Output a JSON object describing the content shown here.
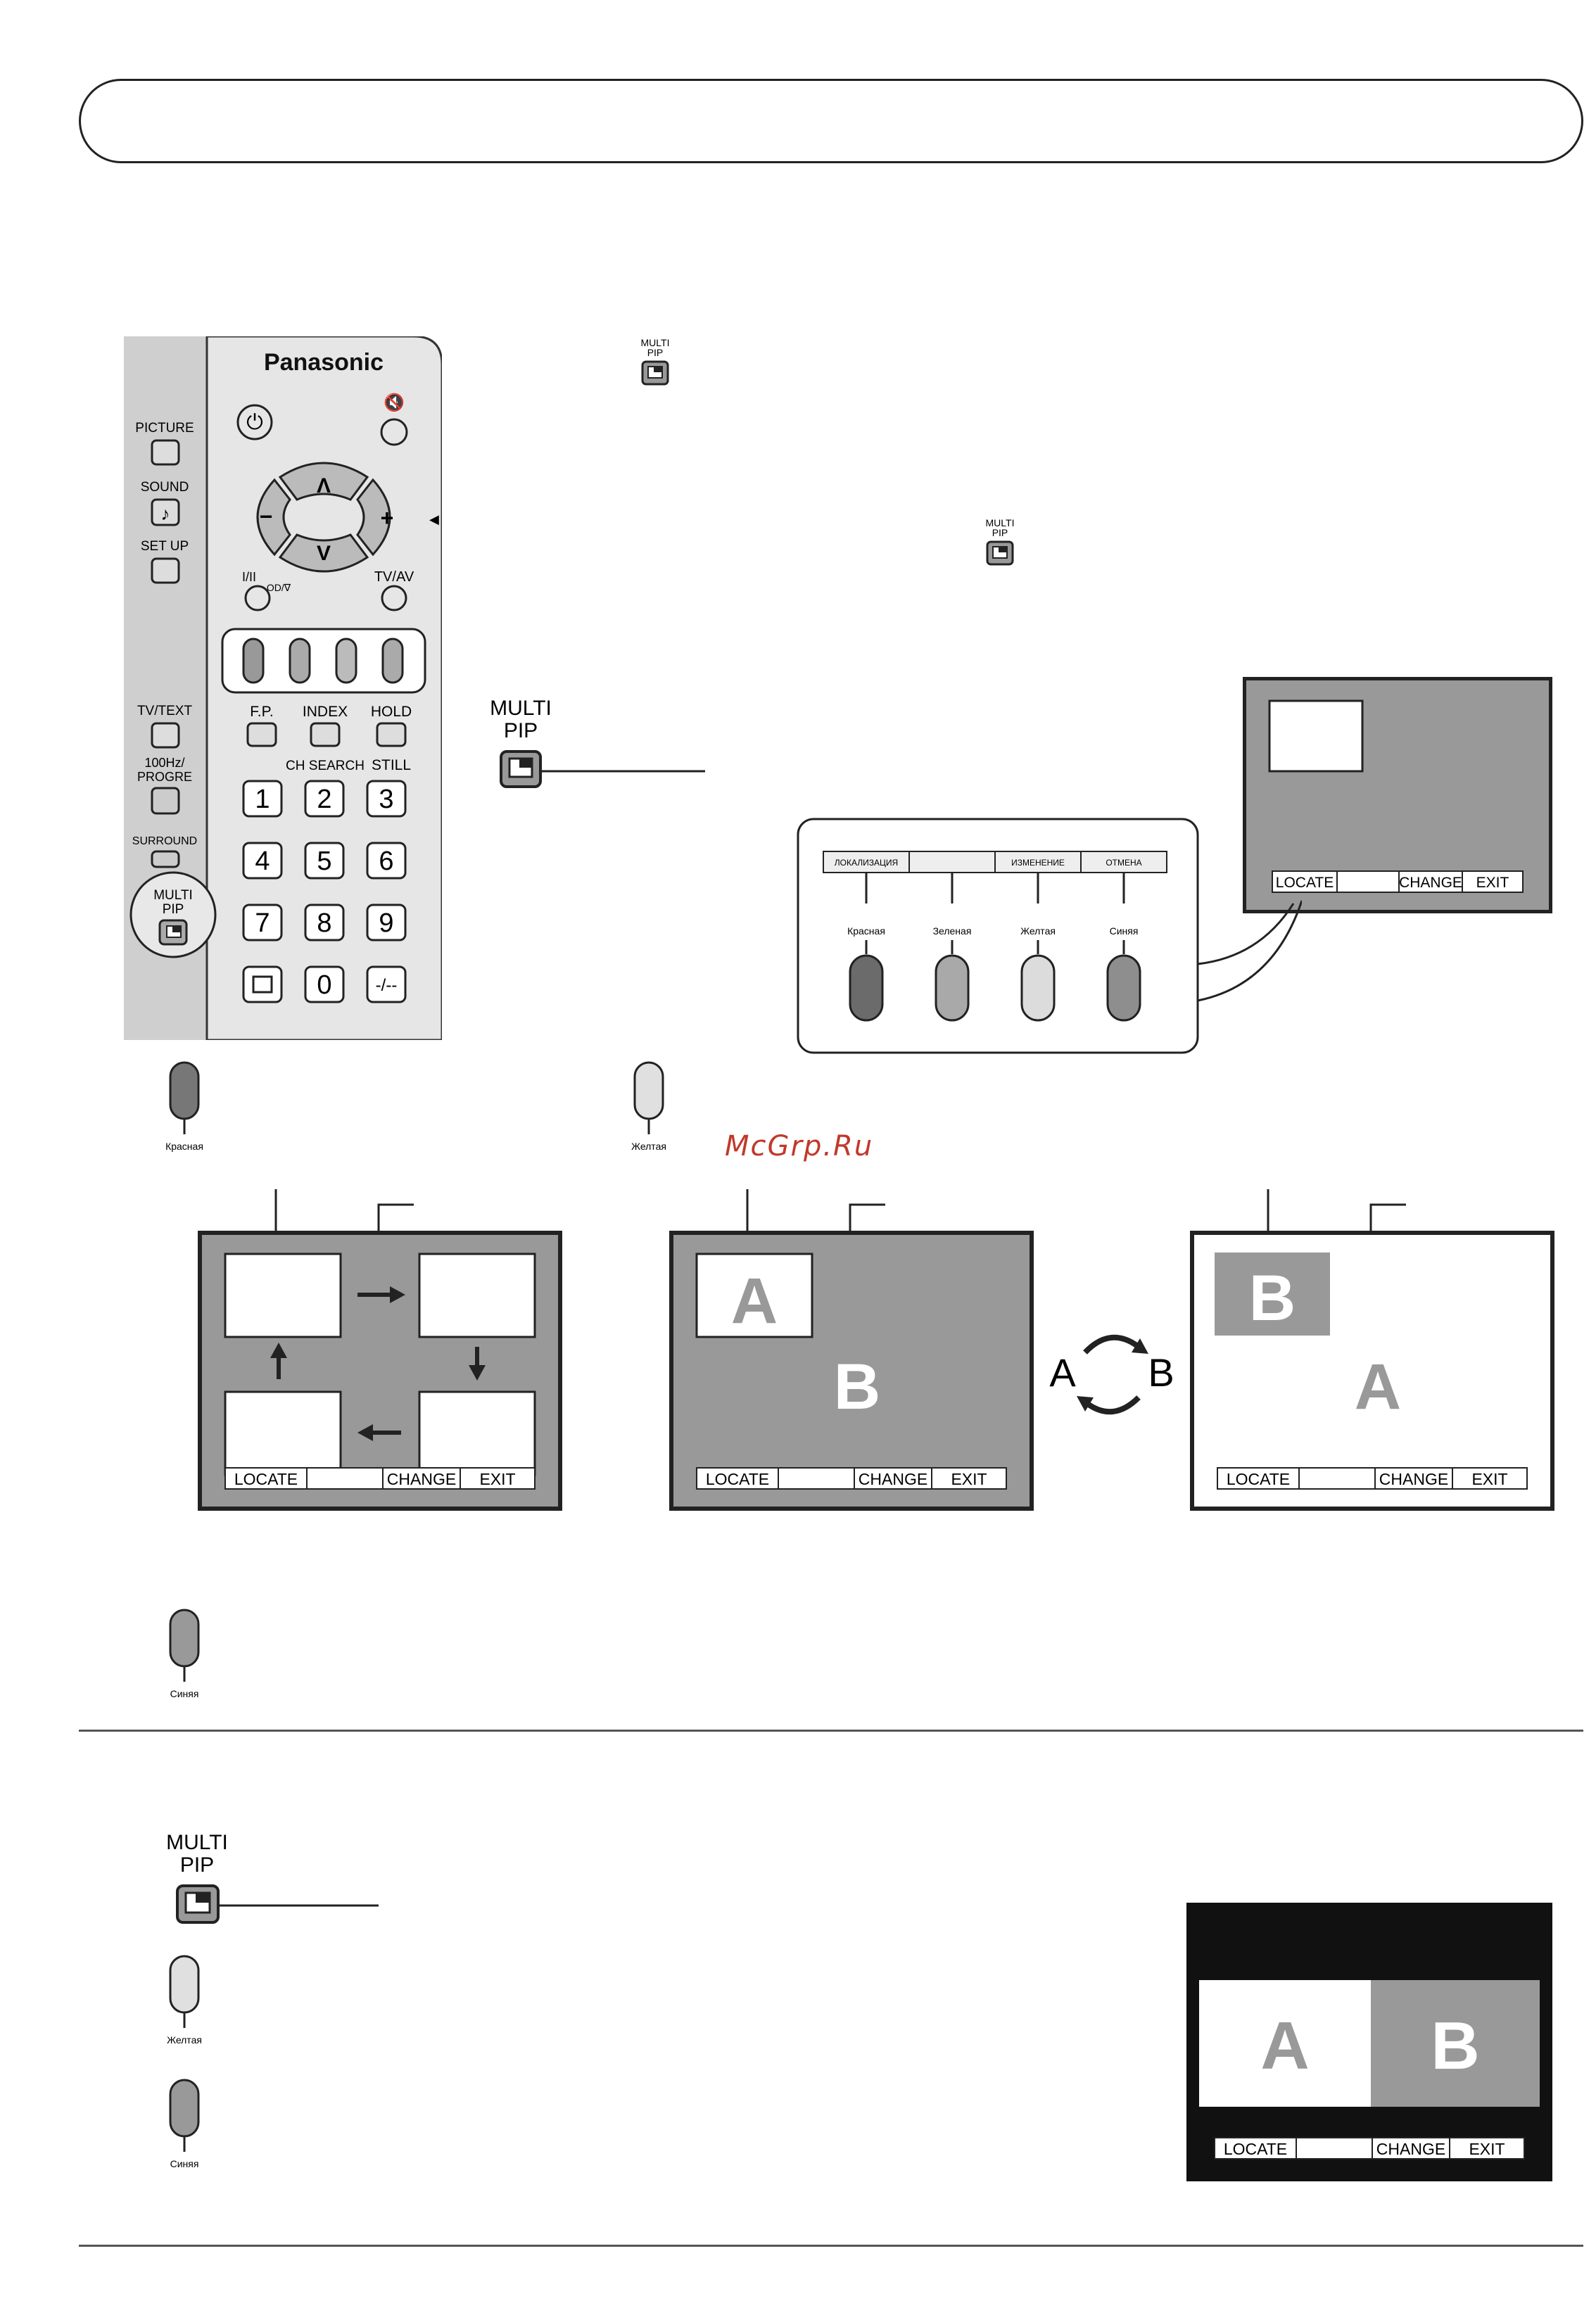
{
  "remote": {
    "brand": "Panasonic",
    "left_labels": {
      "picture": "PICTURE",
      "sound": "SOUND",
      "setup": "SET UP",
      "tvtext": "TV/TEXT",
      "hz": "100Hz/",
      "progre": "PROGRE",
      "surround": "SURROUND",
      "multi": "MULTI",
      "pip": "PIP"
    },
    "top_labels": {
      "mono": "I/II",
      "mono_sub": "OD/∇",
      "tvav": "TV/AV",
      "fp": "F.P.",
      "index": "INDEX",
      "hold": "HOLD",
      "ch_search": "CH SEARCH",
      "still": "STILL"
    },
    "digits": [
      "1",
      "2",
      "3",
      "4",
      "5",
      "6",
      "7",
      "8",
      "9",
      "0"
    ],
    "dash": "-/--",
    "minus": "−",
    "plus": "+",
    "up": "Λ",
    "down": "V"
  },
  "small_icons": {
    "top1": {
      "multi": "MULTI",
      "pip": "PIP"
    },
    "top2": {
      "multi": "MULTI",
      "pip": "PIP"
    }
  },
  "multi_pip_big": {
    "multi": "MULTI",
    "pip": "PIP"
  },
  "callout": {
    "menu": [
      "ЛОКАЛИЗАЦИЯ",
      "",
      "ИЗМЕНЕНИЕ",
      "ОТМЕНА"
    ],
    "buttons": [
      {
        "label": "Красная",
        "color": "#6b6b6b"
      },
      {
        "label": "Зеленая",
        "color": "#a9a9a9"
      },
      {
        "label": "Желтая",
        "color": "#dcdcdc"
      },
      {
        "label": "Синяя",
        "color": "#8e8e8e"
      }
    ]
  },
  "tv_menu": {
    "locate": "LOCATE",
    "blank": "",
    "change": "CHANGE",
    "exit": "EXIT"
  },
  "side_buttons": {
    "red": "Красная",
    "yellow": "Желтая",
    "blue": "Синяя"
  },
  "watermark": "McGrp.Ru",
  "screens": {
    "a": "A",
    "b": "B"
  },
  "swap": {
    "a": "A",
    "b": "B"
  },
  "section2": {
    "multi": "MULTI",
    "pip": "PIP",
    "yellow": "Желтая",
    "blue": "Синяя"
  }
}
